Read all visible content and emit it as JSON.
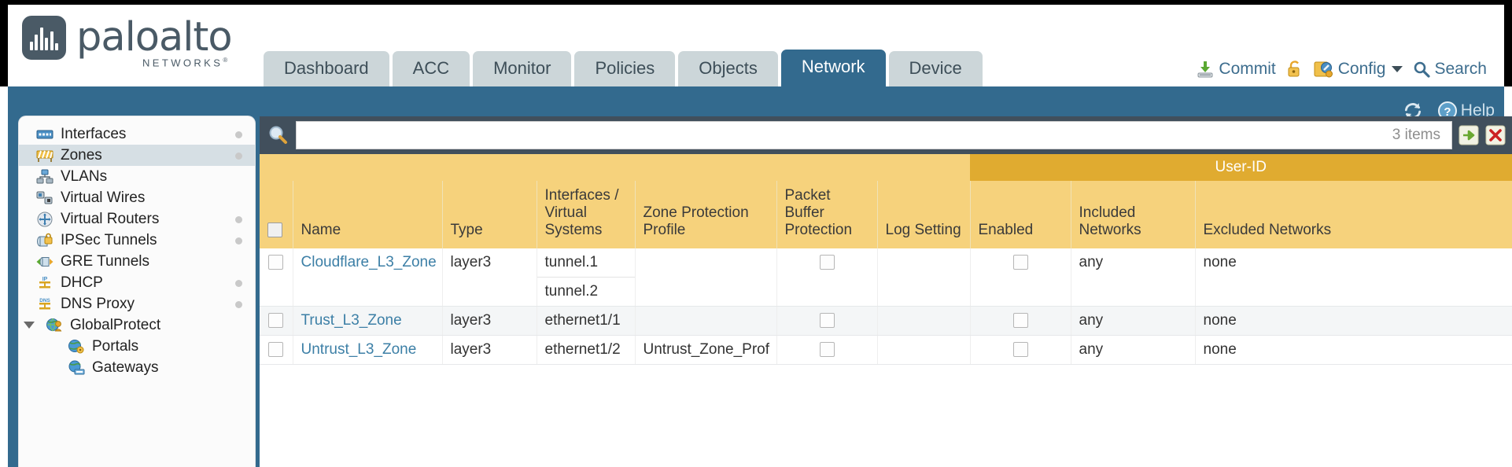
{
  "brand": {
    "name": "paloalto",
    "sub": "NETWORKS",
    "sup": "®"
  },
  "tabs": [
    {
      "label": "Dashboard",
      "active": false
    },
    {
      "label": "ACC",
      "active": false
    },
    {
      "label": "Monitor",
      "active": false
    },
    {
      "label": "Policies",
      "active": false
    },
    {
      "label": "Objects",
      "active": false
    },
    {
      "label": "Network",
      "active": true
    },
    {
      "label": "Device",
      "active": false
    }
  ],
  "header_actions": {
    "commit": "Commit",
    "lock": "",
    "config": "Config",
    "search": "Search"
  },
  "blue_band": {
    "refresh": "",
    "help": "Help"
  },
  "sidebar": {
    "items": [
      {
        "label": "Interfaces",
        "icon": "interfaces-icon",
        "selected": false,
        "dot": true,
        "child": false,
        "group": false
      },
      {
        "label": "Zones",
        "icon": "zones-icon",
        "selected": true,
        "dot": true,
        "child": false,
        "group": false
      },
      {
        "label": "VLANs",
        "icon": "vlans-icon",
        "selected": false,
        "dot": false,
        "child": false,
        "group": false
      },
      {
        "label": "Virtual Wires",
        "icon": "virtual-wires-icon",
        "selected": false,
        "dot": false,
        "child": false,
        "group": false
      },
      {
        "label": "Virtual Routers",
        "icon": "virtual-routers-icon",
        "selected": false,
        "dot": true,
        "child": false,
        "group": false
      },
      {
        "label": "IPSec Tunnels",
        "icon": "ipsec-tunnels-icon",
        "selected": false,
        "dot": true,
        "child": false,
        "group": false
      },
      {
        "label": "GRE Tunnels",
        "icon": "gre-tunnels-icon",
        "selected": false,
        "dot": false,
        "child": false,
        "group": false
      },
      {
        "label": "DHCP",
        "icon": "dhcp-icon",
        "selected": false,
        "dot": true,
        "child": false,
        "group": false
      },
      {
        "label": "DNS Proxy",
        "icon": "dns-proxy-icon",
        "selected": false,
        "dot": true,
        "child": false,
        "group": false
      },
      {
        "label": "GlobalProtect",
        "icon": "globalprotect-icon",
        "selected": false,
        "dot": false,
        "child": false,
        "group": true
      },
      {
        "label": "Portals",
        "icon": "portals-icon",
        "selected": false,
        "dot": false,
        "child": true,
        "group": false
      },
      {
        "label": "Gateways",
        "icon": "gateways-icon",
        "selected": false,
        "dot": false,
        "child": true,
        "group": false
      }
    ]
  },
  "search": {
    "value": "",
    "placeholder": "",
    "item_count": "3 items",
    "apply_icon": "apply-filter-icon",
    "clear_icon": "clear-filter-icon"
  },
  "table": {
    "group_header": "User-ID",
    "columns": [
      "Name",
      "Type",
      "Interfaces / Virtual Systems",
      "Zone Protection Profile",
      "Packet Buffer Protection",
      "Log Setting",
      "Enabled",
      "Included Networks",
      "Excluded Networks"
    ],
    "rows": [
      {
        "selected": false,
        "name": "Cloudflare_L3_Zone",
        "type": "layer3",
        "interfaces": [
          "tunnel.1",
          "tunnel.2"
        ],
        "zone_protection_profile": "",
        "packet_buffer_protection": false,
        "log_setting": "",
        "userid_enabled": false,
        "included_networks": "any",
        "excluded_networks": "none"
      },
      {
        "selected": false,
        "name": "Trust_L3_Zone",
        "type": "layer3",
        "interfaces": [
          "ethernet1/1"
        ],
        "zone_protection_profile": "",
        "packet_buffer_protection": false,
        "log_setting": "",
        "userid_enabled": false,
        "included_networks": "any",
        "excluded_networks": "none"
      },
      {
        "selected": false,
        "name": "Untrust_L3_Zone",
        "type": "layer3",
        "interfaces": [
          "ethernet1/2"
        ],
        "zone_protection_profile": "Untrust_Zone_Prof",
        "packet_buffer_protection": false,
        "log_setting": "",
        "userid_enabled": false,
        "included_networks": "any",
        "excluded_networks": "none"
      }
    ]
  },
  "colors": {
    "band_blue": "#336a8e",
    "tab_inactive": "#ccd6d9",
    "header_gold": "#f6d27c",
    "group_gold": "#e0ab30",
    "link_blue": "#3c7fa6",
    "panel_dark": "#414f5c"
  }
}
